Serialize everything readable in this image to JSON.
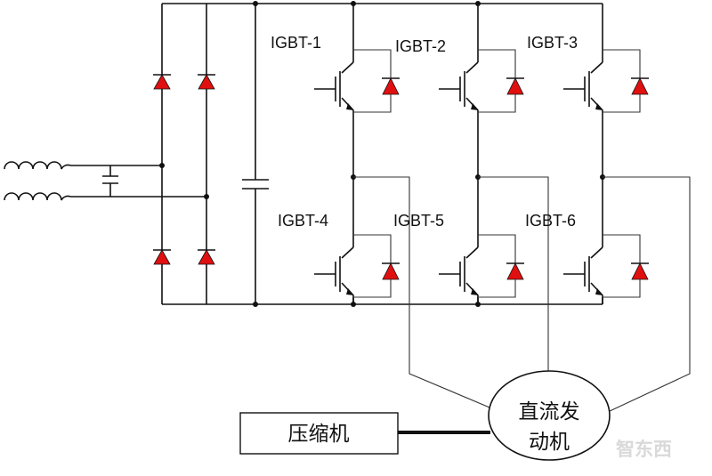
{
  "igbt_labels": [
    "IGBT-1",
    "IGBT-2",
    "IGBT-3",
    "IGBT-4",
    "IGBT-5",
    "IGBT-6"
  ],
  "compressor_label": "压缩机",
  "motor_label_line1": "直流发",
  "motor_label_line2": "动机",
  "watermark": "智东西",
  "colors": {
    "wire": "#111111",
    "diode": "#e01010",
    "background": "#ffffff"
  }
}
